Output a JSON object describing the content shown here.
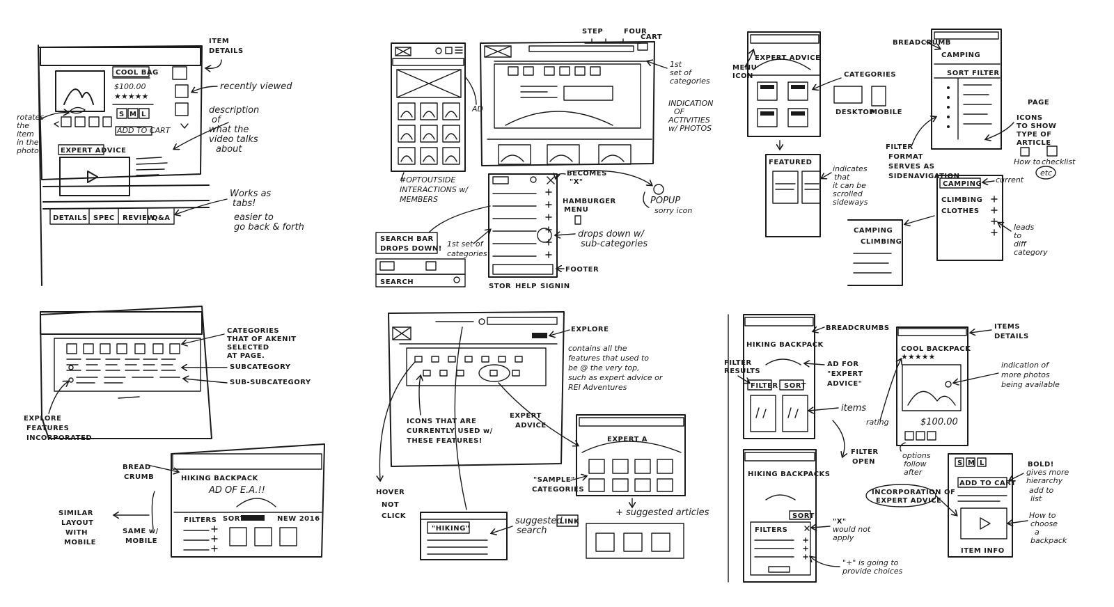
{
  "sketch1": {
    "item_details": [
      "ITEM",
      "DETAILS"
    ],
    "product_tag": "COOL BAG",
    "price": "$100.00",
    "stars": "★★★★★",
    "size_buttons": [
      "S",
      "M",
      "L"
    ],
    "add_to_cart": "ADD TO CART",
    "expert_advice": "EXPERT ADVICE",
    "recently_viewed": "recently viewed",
    "rotates": [
      "rotates",
      "the",
      "item",
      "in the",
      "photo"
    ],
    "description": [
      "description",
      "of",
      "what the",
      "video talks",
      "about"
    ],
    "tabs": [
      "DETAILS",
      "SPEC",
      "REVIEW",
      "Q&A"
    ],
    "works_as_tabs": [
      "Works as",
      "tabs!",
      "easier to",
      "go back & forth"
    ]
  },
  "sketch2": {
    "step_labels": [
      "STEP",
      "FOUR"
    ],
    "cart": "CART",
    "first_set": [
      "1st",
      "set of",
      "categories"
    ],
    "indication": [
      "INDICATION",
      "OF",
      "ACTIVITIES",
      "w/ PHOTOS"
    ],
    "ad_letter": "AD",
    "hashtag": [
      "#OPTOUTSIDE",
      "INTERACTIONS w/",
      "MEMBERS"
    ],
    "becomes_x": [
      "BECOMES",
      "\"X\""
    ],
    "hamburger": [
      "HAMBURGER",
      "MENU"
    ],
    "popup": [
      "POPUP",
      "sorry icon"
    ],
    "search_bar": [
      "SEARCH BAR",
      "DROPS DOWN!"
    ],
    "first_set2": [
      "1st set of",
      "categories"
    ],
    "search": "SEARCH",
    "drops_down": [
      "drops down w/",
      "sub-categories"
    ],
    "footer": "FOOTER",
    "bottom_labels": [
      "STOR",
      "HELP",
      "SIGNIN"
    ]
  },
  "sketch3": {
    "breadcrumb": "BREADCRUMB",
    "expert_advice": "EXPERT ADVICE",
    "menu_icon": [
      "MENU",
      "ICON"
    ],
    "camping": "CAMPING",
    "sort": "SORT",
    "filter": "FILTER",
    "categories": "CATEGORIES",
    "desktop": "DESKTOP",
    "mobile": "MOBILE",
    "featured": "FEATURED",
    "indicates": [
      "indicates",
      "that",
      "it can be",
      "scrolled",
      "sideways"
    ],
    "filter_format": [
      "FILTER",
      "FORMAT",
      "SERVES AS",
      "SIDENAVIGATION"
    ],
    "page": "PAGE",
    "icons": [
      "ICONS",
      "TO SHOW",
      "TYPE OF",
      "ARTICLE"
    ],
    "how_to": "How to",
    "checklist": "checklist",
    "etc": "etc",
    "nav_items": [
      "CAMPING",
      "CLIMBING",
      "CLOTHES"
    ],
    "current": "current",
    "camping_item": "CAMPING",
    "climbing_item": "CLIMBING",
    "leads": [
      "leads",
      "to",
      "diff",
      "category"
    ]
  },
  "sketch4": {
    "categories_note": [
      "CATEGORIES",
      "THAT OF AKENIT",
      "SELECTED",
      "AT PAGE."
    ],
    "subcategory": "SUBCATEGORY",
    "sub_sub": "SUB-SUBCATEGORY",
    "explore": [
      "EXPLORE",
      "FEATURES",
      "INCORPORATED"
    ],
    "bread_crumb": [
      "BREAD",
      "CRUMB"
    ],
    "hiking_backpack": "HIKING BACKPACK",
    "ad": "AD OF E.A.!!",
    "filters": "FILTERS",
    "sort": "SORT",
    "new": "NEW 2016",
    "similar": [
      "SIMILAR",
      "LAYOUT",
      "WITH",
      "MOBILE"
    ],
    "same": [
      "SAME w/",
      "MOBILE"
    ]
  },
  "sketch5": {
    "explore": "EXPLORE",
    "contains": [
      "contains all the",
      "features that used to",
      "be @ the very top,",
      "such as expert advice or",
      "REI Adventures"
    ],
    "icons_note": [
      "ICONS THAT ARE",
      "CURRENTLY USED w/",
      "THESE FEATURES!"
    ],
    "expert_advice_note": [
      "EXPERT",
      "ADVICE"
    ],
    "expert_title": "EXPERT A",
    "hover": [
      "HOVER",
      "NOT",
      "CLICK"
    ],
    "sample_categories": [
      "\"SAMPLE\"",
      "CATEGORIES"
    ],
    "suggested_articles": "+ suggested articles",
    "hiking": "\"HIKING\"",
    "suggested_search": [
      "suggested",
      "search"
    ],
    "link": "LINK"
  },
  "sketch6": {
    "hiking_backpack": "HIKING BACKPACK",
    "breadcrumbs": "BREADCRUMBS",
    "item_details": [
      "ITEMS",
      "DETAILS"
    ],
    "filter_results": [
      "FILTER",
      "RESULTS"
    ],
    "ad_for": [
      "AD FOR",
      "\"EXPERT",
      "ADVICE\""
    ],
    "filter_btn": "FILTER",
    "sort_btn": "SORT",
    "items": "items",
    "cool_backpack": "COOL BACKPACK",
    "stars": "★★★★★",
    "price": "$100.00",
    "rating": "rating",
    "indication": [
      "indication of",
      "more photos",
      "being available"
    ],
    "filter_open": [
      "FILTER",
      "OPEN"
    ],
    "options_follow": [
      "options",
      "follow",
      "after"
    ],
    "hiking_backpacks": "HIKING BACKPACKS",
    "sort2": "SORT",
    "filters": "FILTERS",
    "x_note": [
      "\"X\"",
      "would not",
      "apply"
    ],
    "plus_note": [
      "\"+\" is going to",
      "provide choices"
    ],
    "sizes": [
      "S",
      "M",
      "L"
    ],
    "add_to_cart": "ADD TO CART",
    "bold": [
      "BOLD!",
      "gives more",
      "hierarchy"
    ],
    "add_to_list": [
      "add to",
      "list"
    ],
    "incorporation": [
      "INCORPORATION OF",
      "EXPERT ADVICE"
    ],
    "how_to_choose": [
      "How to",
      "choose",
      "a",
      "backpack"
    ],
    "item_info": "ITEM INFO"
  }
}
